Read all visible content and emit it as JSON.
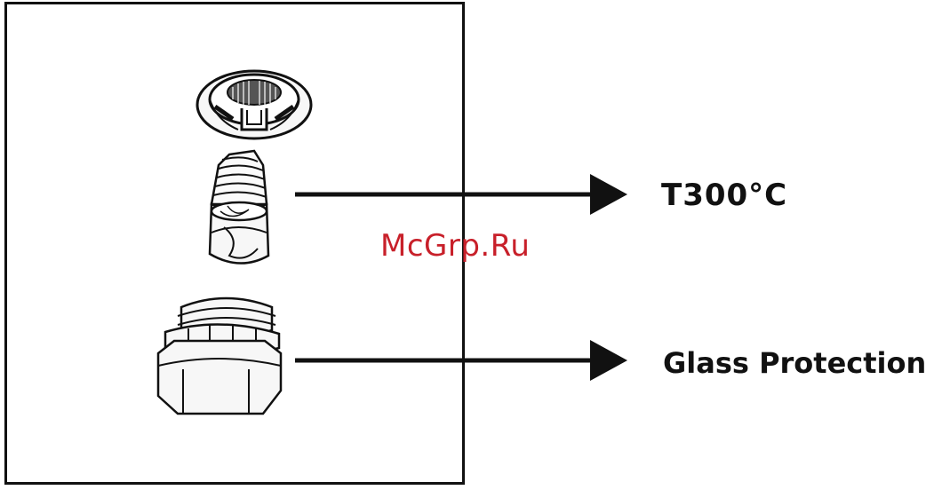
{
  "labels": {
    "temperature": "T300°C",
    "glass": "Glass Protection"
  },
  "watermark": {
    "text": "McGrp.Ru",
    "color": "#c8202a"
  },
  "colors": {
    "line": "#111111",
    "part_fill": "#f7f7f7"
  },
  "icons": [
    "fuse-cap-top-icon",
    "threaded-fuse-link-icon",
    "glass-protection-cap-icon"
  ]
}
